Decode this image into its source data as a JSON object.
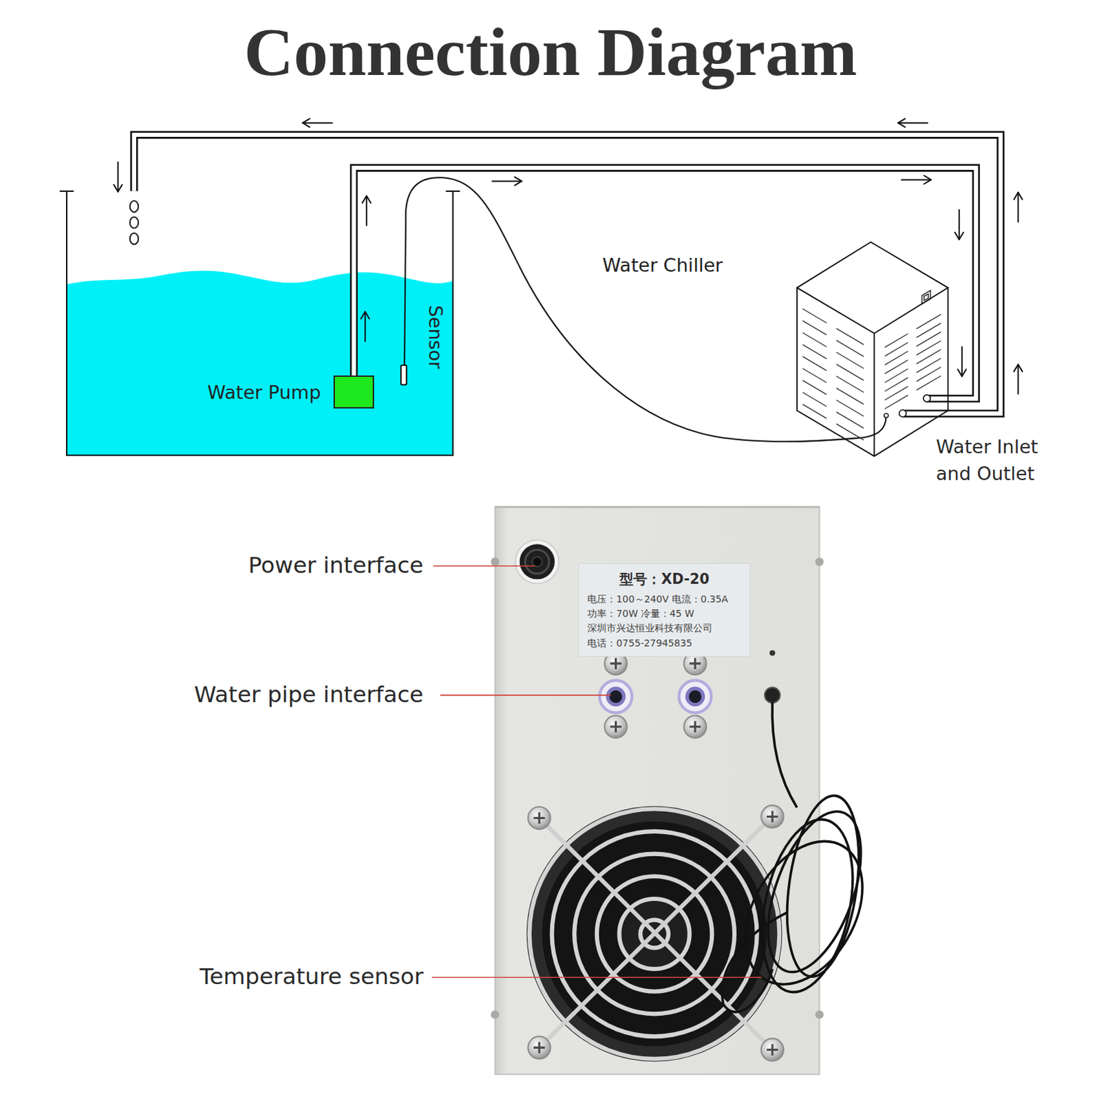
{
  "diagram": {
    "title": "Connection Diagram",
    "nodes": [
      {
        "text": [
          "Sensor"
        ]
      },
      {
        "text": [
          "Water Pump"
        ],
        "in": 0
      },
      {
        "text": [
          "Water Chiller"
        ]
      },
      {
        "text": [
          "型号：XD-20",
          "电压：100～240V 电流：0.35A",
          "功率：70W 冷量：45 W",
          "深圳市兴达恒业科技有限公司",
          "电话：0755-27945835"
        ]
      }
    ],
    "edges": [
      {
        "from": 1,
        "to": 2,
        "arrow": "to"
      },
      {
        "from": 2,
        "to": 0,
        "arrow": "to"
      }
    ],
    "labels": [
      "Water Inlet and Outlet",
      "Power interface",
      "Water pipe interface",
      "Temperature sensor"
    ]
  }
}
